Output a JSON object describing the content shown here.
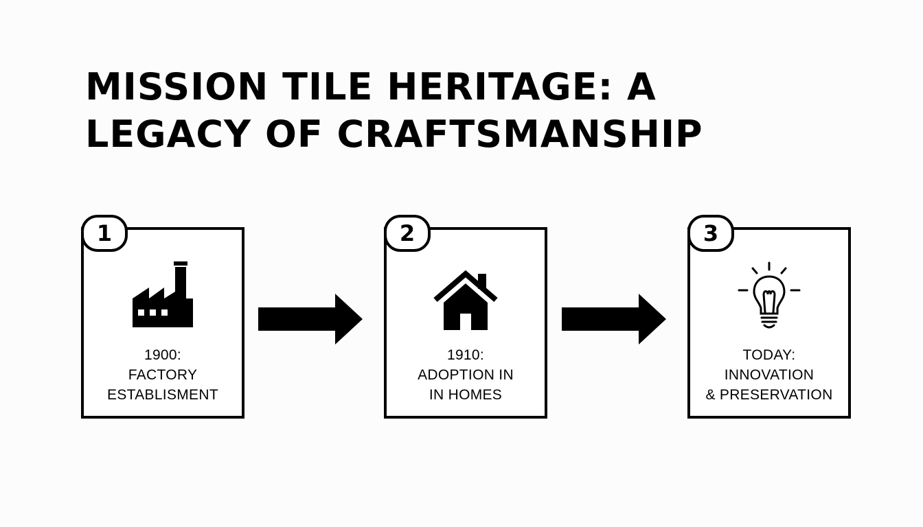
{
  "title": {
    "line1": "MISSION TILE HERITAGE: A",
    "line2": "LEGACY OF CRAFTSMANSHIP"
  },
  "steps": [
    {
      "number": "1",
      "icon": "factory-icon",
      "lines": [
        "1900:",
        "FACTORY",
        "ESTABLISMENT"
      ]
    },
    {
      "number": "2",
      "icon": "house-icon",
      "lines": [
        "1910:",
        "ADOPTION IN",
        "IN HOMES"
      ]
    },
    {
      "number": "3",
      "icon": "lightbulb-icon",
      "lines": [
        "TODAY:",
        "INNOVATION",
        "& PRESERVATION"
      ]
    }
  ],
  "colors": {
    "ink": "#000000",
    "background": "#fcfcfc"
  }
}
